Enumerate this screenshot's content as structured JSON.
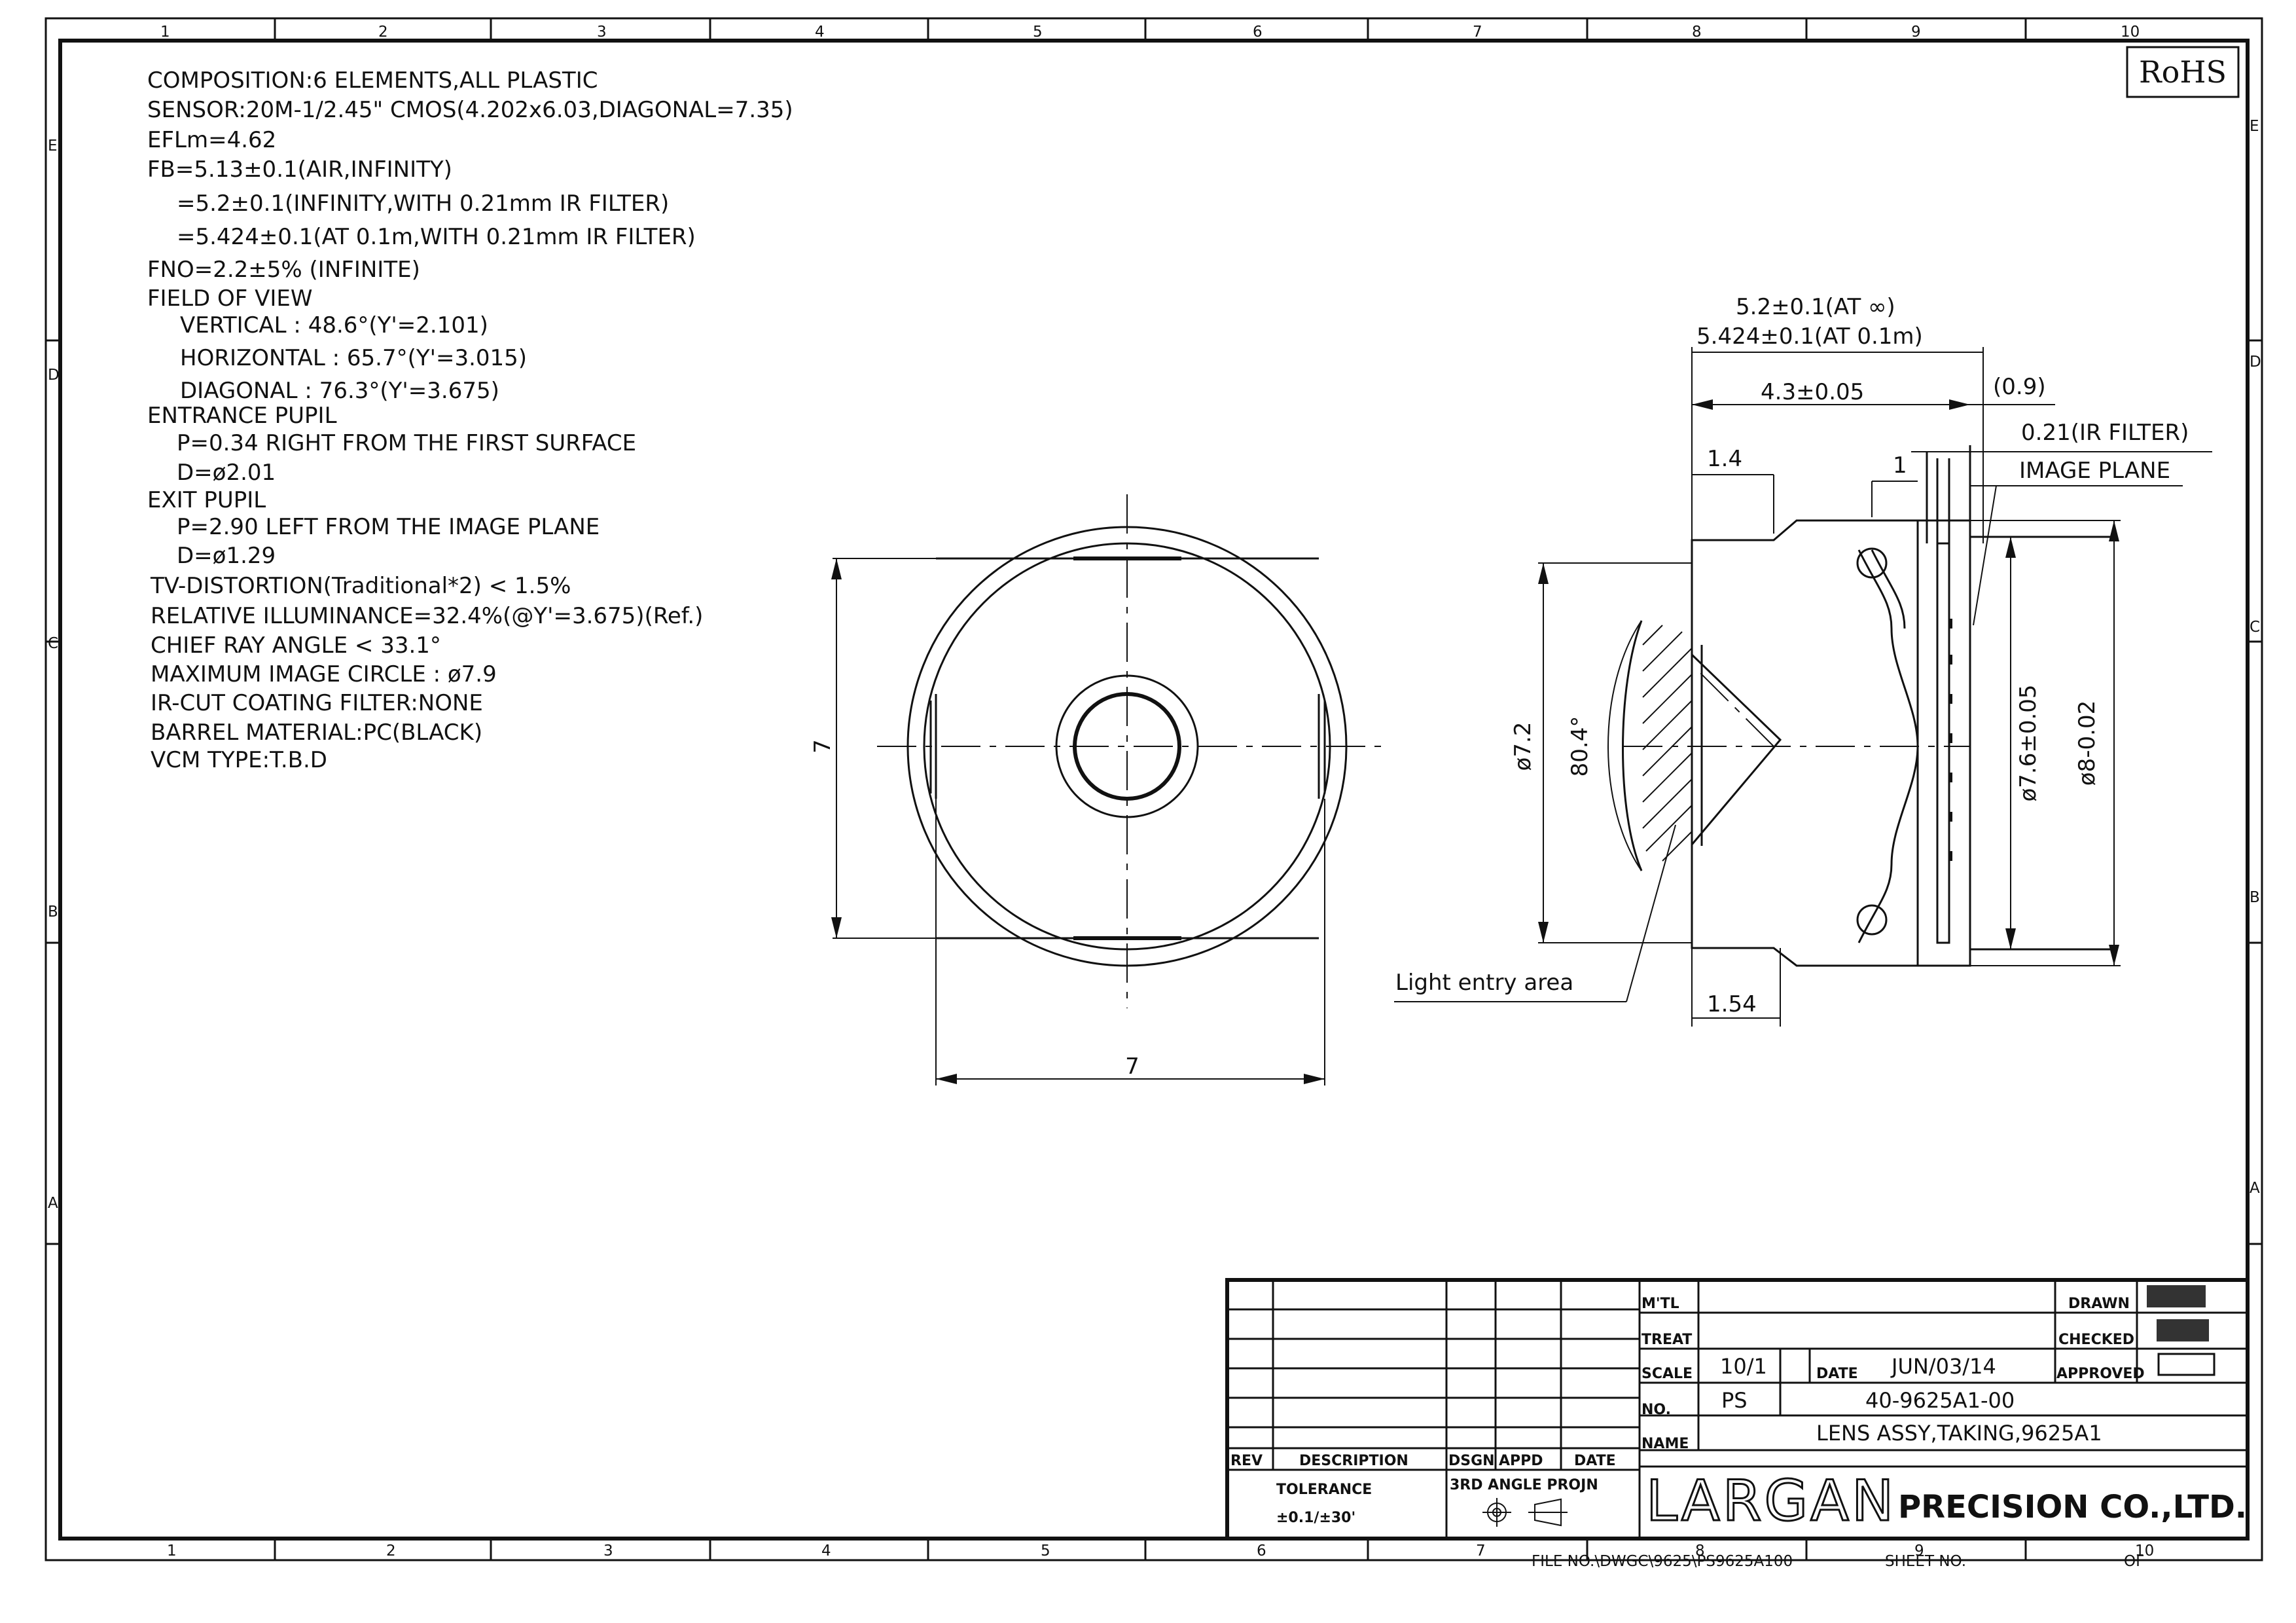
{
  "border": {
    "col_labels": [
      "1",
      "2",
      "3",
      "4",
      "5",
      "6",
      "7",
      "8",
      "9",
      "10"
    ],
    "row_labels": [
      "E",
      "D",
      "C",
      "B",
      "A"
    ]
  },
  "rohs": "RoHS",
  "specs": [
    "COMPOSITION:6 ELEMENTS,ALL PLASTIC",
    "SENSOR:20M-1/2.45\" CMOS(4.202x6.03,DIAGONAL=7.35)",
    "EFLm=4.62",
    "FB=5.13±0.1(AIR,INFINITY)",
    "=5.2±0.1(INFINITY,WITH 0.21mm IR FILTER)",
    "=5.424±0.1(AT 0.1m,WITH 0.21mm IR FILTER)",
    "FNO=2.2±5% (INFINITE)",
    "FIELD OF VIEW",
    "VERTICAL : 48.6°(Y'=2.101)",
    "HORIZONTAL : 65.7°(Y'=3.015)",
    "DIAGONAL : 76.3°(Y'=3.675)",
    "ENTRANCE PUPIL",
    "P=0.34 RIGHT FROM THE FIRST SURFACE",
    "D=ø2.01",
    "EXIT PUPIL",
    "P=2.90 LEFT FROM THE IMAGE PLANE",
    "D=ø1.29",
    "TV-DISTORTION(Traditional*2) < 1.5%",
    "RELATIVE ILLUMINANCE=32.4%(@Y'=3.675)(Ref.)",
    "CHIEF RAY ANGLE < 33.1°",
    "MAXIMUM IMAGE CIRCLE : ø7.9",
    "IR-CUT COATING FILTER:NONE",
    "BARREL MATERIAL:PC(BLACK)",
    "VCM TYPE:T.B.D"
  ],
  "front_view": {
    "height_dim": "7",
    "width_dim": "7"
  },
  "side_view": {
    "fb_inf": "5.2±0.1(AT ∞)",
    "fb_near": "5.424±0.1(AT 0.1m)",
    "length": "4.3±0.05",
    "filter_gap": "(0.9)",
    "ir_filter": "0.21(IR FILTER)",
    "image_plane": "IMAGE PLANE",
    "step": "1.4",
    "one": "1",
    "front_dia": "ø7.2",
    "angle": "80.4°",
    "barrel_dia": "ø7.6±0.05",
    "outer_dia": "ø8-0.02",
    "light_entry": "Light entry area",
    "bottom_dim": "1.54"
  },
  "title_block": {
    "rev": "REV",
    "description": "DESCRIPTION",
    "dsgn": "DSGN",
    "appd": "APPD",
    "date_h": "DATE",
    "tolerance": "TOLERANCE",
    "tolerance_val": "±0.1/±30'",
    "projection": "3RD ANGLE PROJN",
    "mtl": "M'TL",
    "treat": "TREAT",
    "scale_label": "SCALE",
    "scale": "10/1",
    "date_label": "DATE",
    "date": "JUN/03/14",
    "no_label": "NO.",
    "ps": "PS",
    "part_no": "40-9625A1-00",
    "name_label": "NAME",
    "name": "LENS ASSY,TAKING,9625A1",
    "drawn": "DRAWN",
    "checked": "CHECKED",
    "approved": "APPROVED",
    "company": "LARGAN",
    "company_suffix": "PRECISION CO.,LTD.",
    "file_no": "FILE NO.\\DWGC\\9625\\PS9625A100",
    "sheet_no": "SHEET NO.",
    "of": "OF"
  }
}
